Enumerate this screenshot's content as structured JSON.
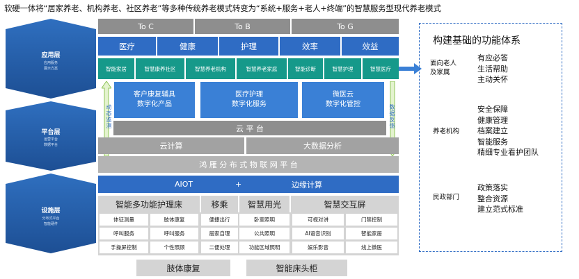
{
  "title": "软硬一体将“居家养老、机构养老、社区养老”等多种传统养老模式转变为“系统+服务+老人+终端”的智慧服务型现代养老模式",
  "layers": [
    {
      "name": "应用层",
      "sub": "应用服务\n展示方案"
    },
    {
      "name": "平台层",
      "sub": "运营平台\n数据平台"
    },
    {
      "name": "设施层",
      "sub": "分布式平台\n智能硬件"
    }
  ],
  "to_row": [
    "To C",
    "To B",
    "To G"
  ],
  "values_row": [
    "医疗",
    "健康",
    "护理",
    "效率",
    "效益"
  ],
  "apps": [
    "智能家居",
    "智慧康养社区",
    "智慧养老机构",
    "智慧养老家庭",
    "智能诊断",
    "智慧护理",
    "智慧医疗"
  ],
  "products": [
    {
      "line1": "客户康复辅具",
      "line2": "数字化产品"
    },
    {
      "line1": "医疗护理",
      "line2": "数字化服务"
    },
    {
      "line1": "微医云",
      "line2": "数字化管控"
    }
  ],
  "left_arrow_label": "动态监测",
  "right_arrow_label": "数据反馈",
  "cloud_platform": "云 平 台",
  "cloud_computing": "云计算",
  "big_data": "大数据分析",
  "iot_platform": "鸿 雁 分 布 式 物 联 网 平 台",
  "aiot": "AIOT",
  "plus": "+",
  "edge": "边缘计算",
  "devices": [
    {
      "name": "智能多功能护理床",
      "cols": [
        [
          "体征测量",
          "呼叫服务",
          "手操屏控制"
        ],
        [
          "肢体康复",
          "呼叫服务",
          "个性照顾"
        ]
      ]
    },
    {
      "name": "移乘",
      "cols": [
        [
          "便捷出行",
          "居家自理",
          "二便处理"
        ]
      ]
    },
    {
      "name": "智慧用光",
      "cols": [
        [
          "卧室照明",
          "公共照明",
          "功能区域照明"
        ]
      ]
    },
    {
      "name": "智慧交互屏",
      "cols": [
        [
          "可视对讲",
          "AI语音识别",
          "娱乐影音"
        ],
        [
          "门禁控制",
          "智能家居",
          "线上微医"
        ]
      ]
    }
  ],
  "bottom": [
    "肢体康复",
    "智能床头柜"
  ],
  "right_panel": {
    "title": "构建基础的功能体系",
    "groups": [
      {
        "label": "面向老人\n及家属",
        "items": [
          "有应必答",
          "生活帮助",
          "主动关怀"
        ]
      },
      {
        "label": "养老机构",
        "items": [
          "安全保障",
          "健康管理",
          "档案建立",
          "智能服务",
          "精细专业看护团队"
        ]
      },
      {
        "label": "民政部门",
        "items": [
          "政策落实",
          "整合资源",
          "建立范式标准"
        ]
      }
    ]
  },
  "colors": {
    "primary_blue": "#2f6cc4",
    "teal": "#16998a",
    "gray": "#8e8e8e"
  }
}
